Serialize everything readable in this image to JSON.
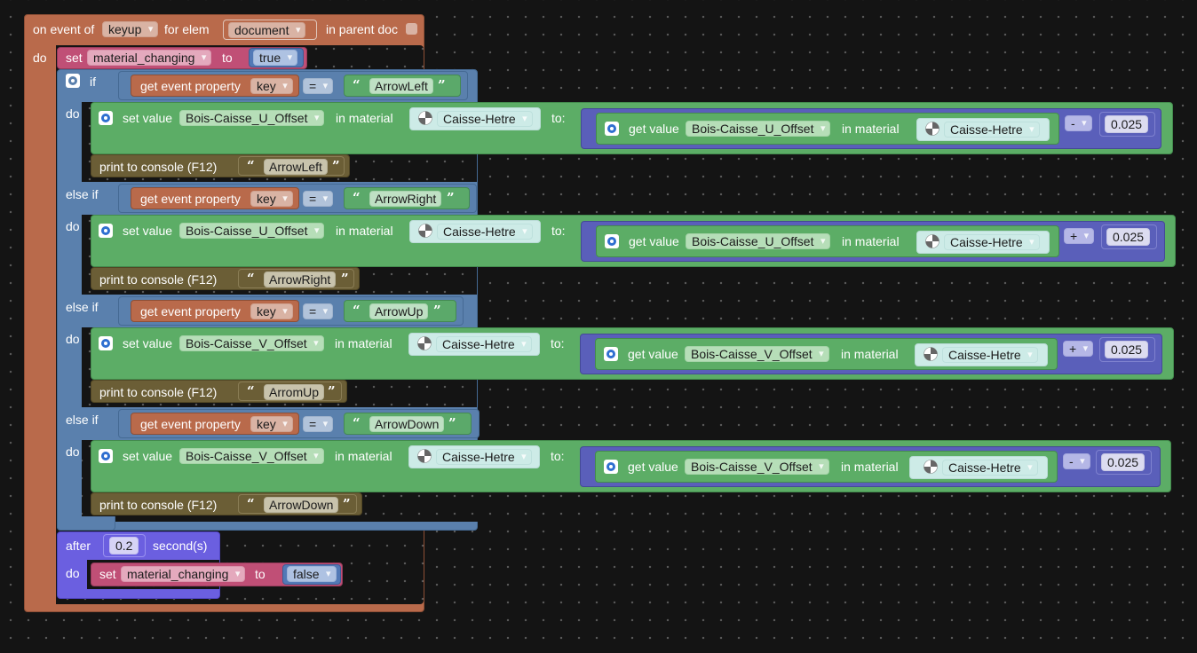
{
  "event": {
    "on_event_of": "on event of",
    "event_name": "keyup",
    "for_elem": "for elem",
    "elem_name": "document",
    "in_parent_doc": "in parent doc",
    "do": "do"
  },
  "set_top": {
    "set": "set",
    "var": "material_changing",
    "to": "to",
    "value": "true"
  },
  "if_block": {
    "if": "if",
    "else_if": "else if",
    "do": "do",
    "get_event_property": "get event property",
    "prop": "key",
    "op": "="
  },
  "common": {
    "set_value": "set value",
    "in_material": "in material",
    "to": "to:",
    "get_value": "get value",
    "print": "print to console (F12)",
    "material": "Caisse-Hetre"
  },
  "branches": [
    {
      "compare": "ArrowLeft",
      "param": "Bois-Caisse_U_Offset",
      "math_op": "-",
      "amount": "0.025",
      "print_text": "ArrowLeft"
    },
    {
      "compare": "ArrowRight",
      "param": "Bois-Caisse_U_Offset",
      "math_op": "+",
      "amount": "0.025",
      "print_text": "ArrowRight"
    },
    {
      "compare": "ArrowUp",
      "param": "Bois-Caisse_V_Offset",
      "math_op": "+",
      "amount": "0.025",
      "print_text": "ArromUp"
    },
    {
      "compare": "ArrowDown",
      "param": "Bois-Caisse_V_Offset",
      "math_op": "-",
      "amount": "0.025",
      "print_text": "ArrowDown"
    }
  ],
  "after": {
    "after": "after",
    "delay": "0.2",
    "seconds": "second(s)",
    "do": "do"
  },
  "set_bottom": {
    "set": "set",
    "var": "material_changing",
    "to": "to",
    "value": "false"
  },
  "colors": {
    "event": "#b96a4b",
    "variable": "#c04f76",
    "logic": "#5a80ad",
    "boolean": "#5279b6",
    "text": "#5ba96a",
    "material": "#5cad66",
    "math": "#5a5fba",
    "print": "#6b5e36",
    "timer": "#6b5fe0"
  }
}
